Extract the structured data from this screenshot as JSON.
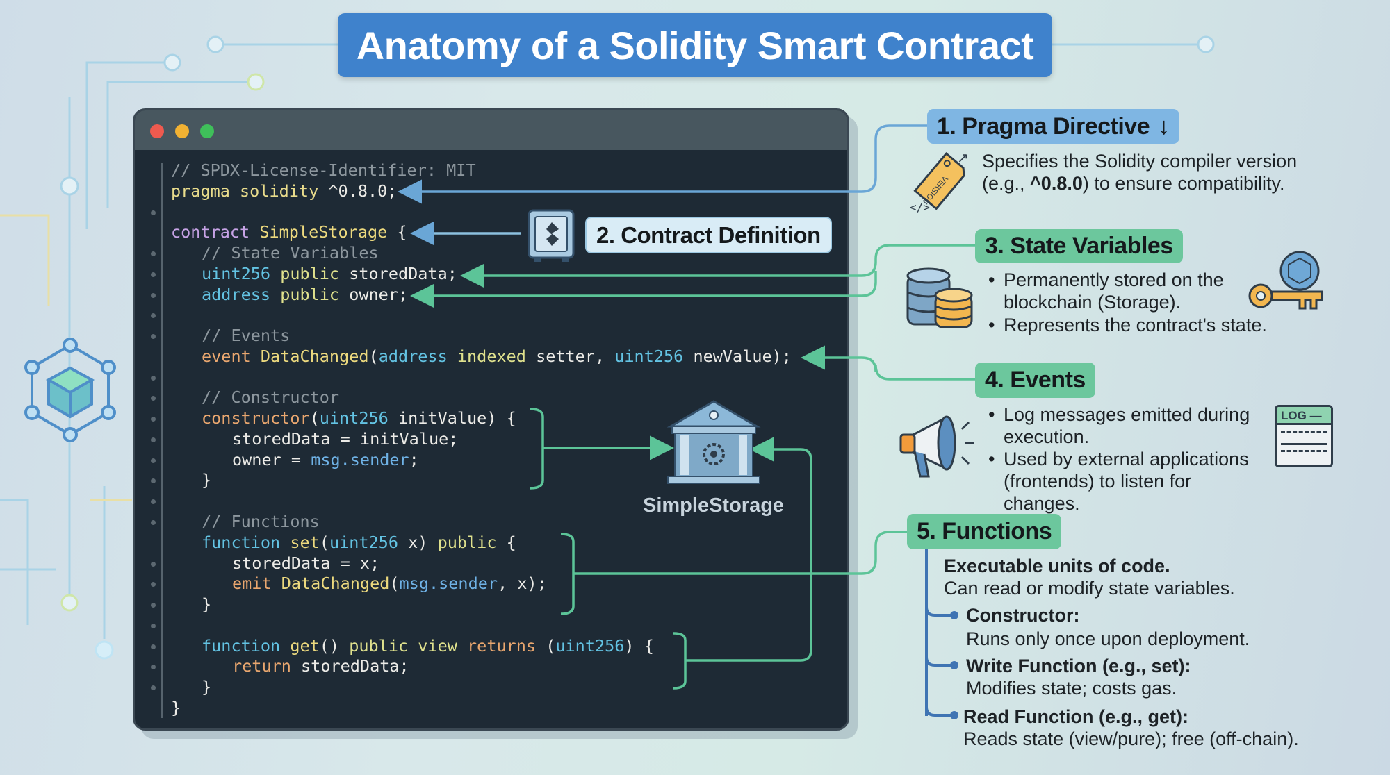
{
  "title": "Anatomy of a Solidity Smart Contract",
  "window": {
    "controls": [
      "close",
      "minimize",
      "maximize"
    ],
    "colors": {
      "close": "#ee5a4f",
      "minimize": "#f2b233",
      "maximize": "#3fbf5a"
    }
  },
  "code": {
    "lines": [
      {
        "indent": 0,
        "dot": false,
        "tokens": [
          {
            "k": "cm",
            "t": "// SPDX-License-Identifier: MIT"
          }
        ]
      },
      {
        "indent": 0,
        "dot": false,
        "tokens": [
          {
            "k": "pr",
            "t": "pragma solidity"
          },
          {
            "k": "pl",
            "t": " ^0.8.0;"
          }
        ]
      },
      {
        "indent": 0,
        "dot": true,
        "tokens": []
      },
      {
        "indent": 0,
        "dot": false,
        "tokens": [
          {
            "k": "kw",
            "t": "contract"
          },
          {
            "k": "fn",
            "t": " SimpleStorage"
          },
          {
            "k": "pl",
            "t": " {"
          }
        ]
      },
      {
        "indent": 1,
        "dot": true,
        "tokens": [
          {
            "k": "cm",
            "t": "// State Variables"
          }
        ]
      },
      {
        "indent": 1,
        "dot": true,
        "tokens": [
          {
            "k": "ty",
            "t": "uint256"
          },
          {
            "k": "pu",
            "t": " public"
          },
          {
            "k": "pl",
            "t": " storedData;"
          }
        ]
      },
      {
        "indent": 1,
        "dot": true,
        "tokens": [
          {
            "k": "ty",
            "t": "address"
          },
          {
            "k": "pu",
            "t": " public"
          },
          {
            "k": "pl",
            "t": " owner;"
          }
        ]
      },
      {
        "indent": 0,
        "dot": true,
        "tokens": []
      },
      {
        "indent": 1,
        "dot": true,
        "tokens": [
          {
            "k": "cm",
            "t": "// Events"
          }
        ]
      },
      {
        "indent": 1,
        "dot": false,
        "tokens": [
          {
            "k": "ev",
            "t": "event"
          },
          {
            "k": "fn",
            "t": " DataChanged"
          },
          {
            "k": "pl",
            "t": "("
          },
          {
            "k": "ty",
            "t": "address"
          },
          {
            "k": "pu",
            "t": " indexed"
          },
          {
            "k": "pl",
            "t": " setter, "
          },
          {
            "k": "ty",
            "t": "uint256"
          },
          {
            "k": "pl",
            "t": " newValue);"
          }
        ]
      },
      {
        "indent": 0,
        "dot": true,
        "tokens": []
      },
      {
        "indent": 1,
        "dot": true,
        "tokens": [
          {
            "k": "cm",
            "t": "// Constructor"
          }
        ]
      },
      {
        "indent": 1,
        "dot": true,
        "tokens": [
          {
            "k": "ev",
            "t": "constructor"
          },
          {
            "k": "pl",
            "t": "("
          },
          {
            "k": "ty",
            "t": "uint256"
          },
          {
            "k": "pl",
            "t": " initValue) {"
          }
        ]
      },
      {
        "indent": 2,
        "dot": true,
        "tokens": [
          {
            "k": "pl",
            "t": "storedData = initValue;"
          }
        ]
      },
      {
        "indent": 2,
        "dot": true,
        "tokens": [
          {
            "k": "pl",
            "t": "owner = "
          },
          {
            "k": "ms",
            "t": "msg.sender"
          },
          {
            "k": "pl",
            "t": ";"
          }
        ]
      },
      {
        "indent": 1,
        "dot": true,
        "tokens": [
          {
            "k": "pl",
            "t": "}"
          }
        ]
      },
      {
        "indent": 0,
        "dot": true,
        "tokens": []
      },
      {
        "indent": 1,
        "dot": true,
        "tokens": [
          {
            "k": "cm",
            "t": "// Functions"
          }
        ]
      },
      {
        "indent": 1,
        "dot": false,
        "tokens": [
          {
            "k": "ty",
            "t": "function"
          },
          {
            "k": "fn",
            "t": " set"
          },
          {
            "k": "pl",
            "t": "("
          },
          {
            "k": "ty",
            "t": "uint256"
          },
          {
            "k": "pl",
            "t": " x) "
          },
          {
            "k": "pu",
            "t": "public"
          },
          {
            "k": "pl",
            "t": " {"
          }
        ]
      },
      {
        "indent": 2,
        "dot": true,
        "tokens": [
          {
            "k": "pl",
            "t": "storedData = x;"
          }
        ]
      },
      {
        "indent": 2,
        "dot": true,
        "tokens": [
          {
            "k": "ev",
            "t": "emit"
          },
          {
            "k": "fn",
            "t": " DataChanged"
          },
          {
            "k": "pl",
            "t": "("
          },
          {
            "k": "ms",
            "t": "msg.sender"
          },
          {
            "k": "pl",
            "t": ", x);"
          }
        ]
      },
      {
        "indent": 1,
        "dot": true,
        "tokens": [
          {
            "k": "pl",
            "t": "}"
          }
        ]
      },
      {
        "indent": 0,
        "dot": true,
        "tokens": []
      },
      {
        "indent": 1,
        "dot": true,
        "tokens": [
          {
            "k": "ty",
            "t": "function"
          },
          {
            "k": "fn",
            "t": " get"
          },
          {
            "k": "pl",
            "t": "() "
          },
          {
            "k": "pu",
            "t": "public view"
          },
          {
            "k": "pl",
            "t": " "
          },
          {
            "k": "ev",
            "t": "returns"
          },
          {
            "k": "pl",
            "t": " ("
          },
          {
            "k": "ty",
            "t": "uint256"
          },
          {
            "k": "pl",
            "t": ") {"
          }
        ]
      },
      {
        "indent": 2,
        "dot": true,
        "tokens": [
          {
            "k": "ev",
            "t": "return"
          },
          {
            "k": "pl",
            "t": " storedData;"
          }
        ]
      },
      {
        "indent": 1,
        "dot": true,
        "tokens": [
          {
            "k": "pl",
            "t": "}"
          }
        ]
      },
      {
        "indent": 0,
        "dot": false,
        "tokens": [
          {
            "k": "pl",
            "t": "}"
          }
        ]
      }
    ]
  },
  "contract_definition": {
    "label": "2. Contract Definition",
    "icon": "safe-icon"
  },
  "storage_node": {
    "label": "SimpleStorage",
    "icon": "bank-building-icon"
  },
  "pragma": {
    "label": "1. Pragma Directive",
    "arrow": "↓",
    "icon": "version-tag-icon",
    "line1": "Specifies the Solidity compiler version",
    "line2_pre": "(e.g., ",
    "line2_bold": "^0.8.0",
    "line2_post": ") to ensure compatibility."
  },
  "state_variables": {
    "label": "3. State Variables",
    "icons": [
      "database-coins-icon",
      "key-icon"
    ],
    "bullets": [
      "Permanently stored on the blockchain (Storage).",
      "Represents the contract's state."
    ]
  },
  "events": {
    "label": "4. Events",
    "icons": [
      "megaphone-icon",
      "log-icon"
    ],
    "log_text": "LOG",
    "bullets": [
      "Log messages emitted during execution.",
      "Used by external applications (frontends) to listen for changes."
    ]
  },
  "functions": {
    "label": "5. Functions",
    "intro_bold": "Executable units of code.",
    "intro": "Can read or modify state variables.",
    "items": [
      {
        "title": "Constructor:",
        "desc": "Runs only once upon deployment."
      },
      {
        "title": "Write Function (e.g., set):",
        "desc": "Modifies state; costs gas."
      },
      {
        "title": "Read Function (e.g., get):",
        "desc": "Reads state (view/pure); free (off-chain)."
      }
    ]
  },
  "colors": {
    "banner": "#3f82cc",
    "blue_badge": "#7fb6e3",
    "green_badge": "#6cc79d",
    "editor_bg": "#1e2a35",
    "blue_connector": "#6aa6d6",
    "green_connector": "#5cc498"
  }
}
